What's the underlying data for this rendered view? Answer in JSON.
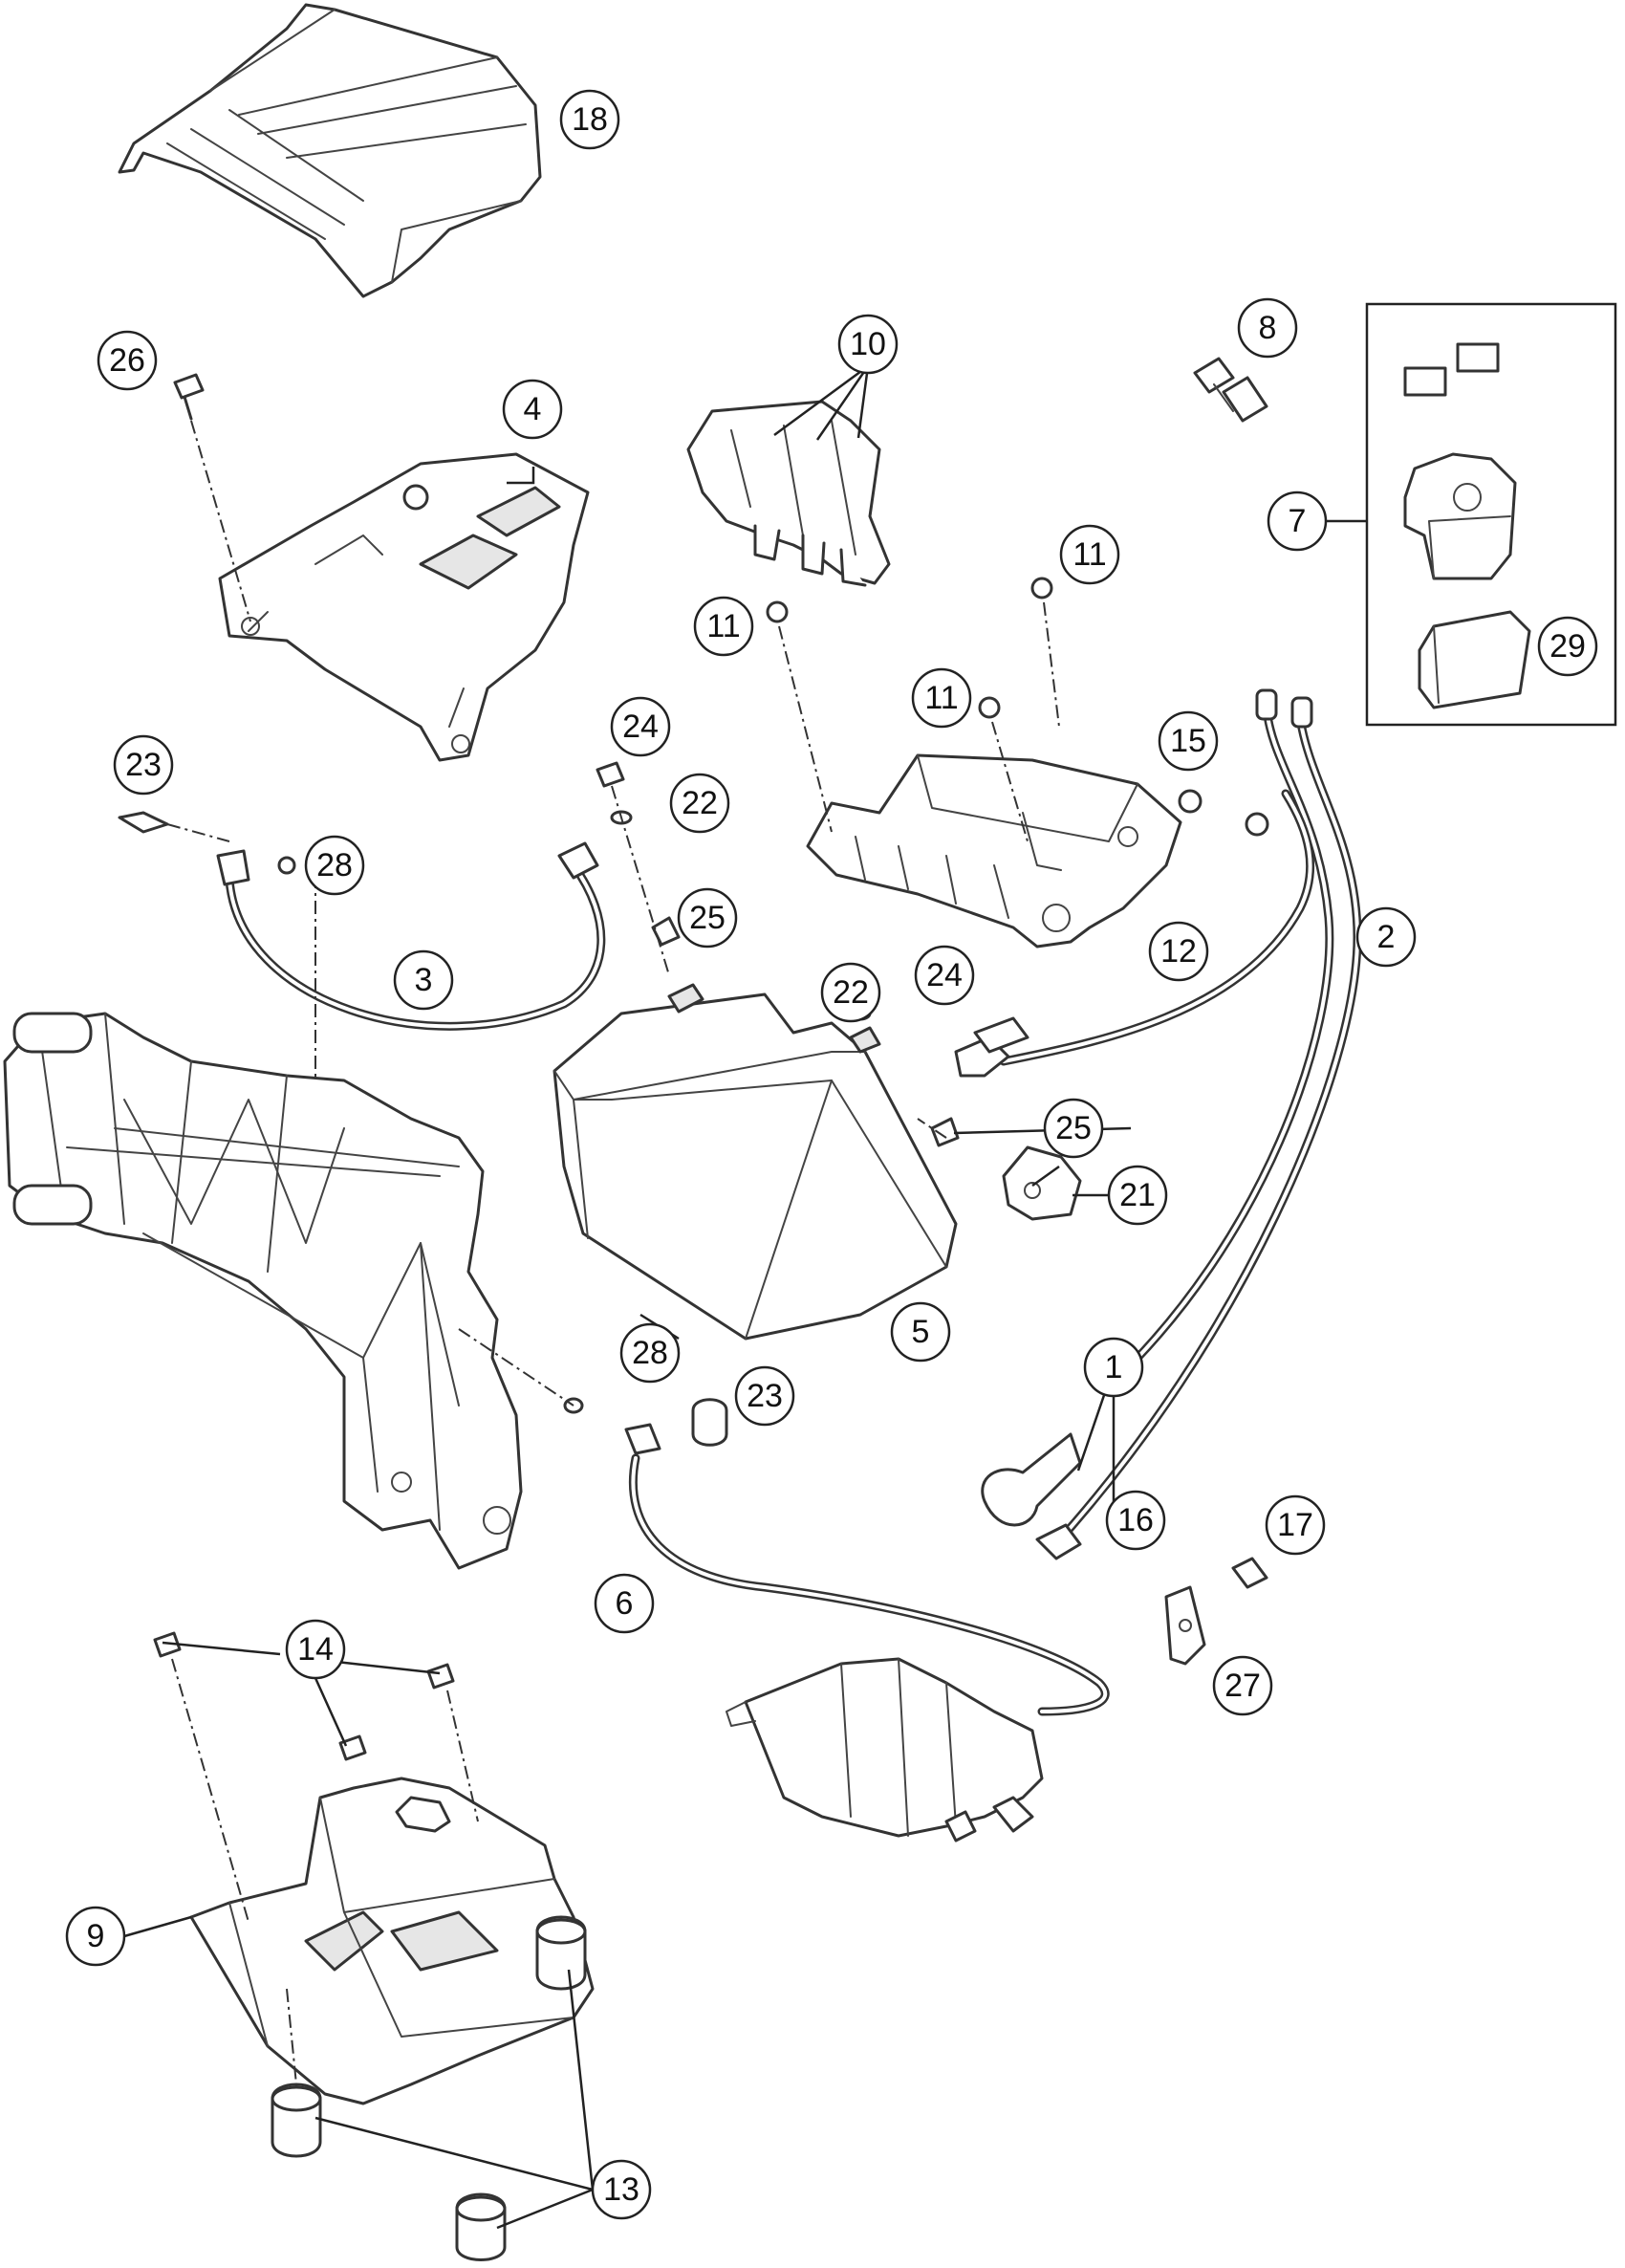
{
  "callouts": {
    "c1": "1",
    "c2": "2",
    "c3": "3",
    "c4": "4",
    "c5": "5",
    "c6": "6",
    "c7": "7",
    "c8": "8",
    "c9": "9",
    "c10": "10",
    "c11a": "11",
    "c11b": "11",
    "c11c": "11",
    "c12": "12",
    "c13": "13",
    "c14": "14",
    "c15": "15",
    "c16": "16",
    "c17": "17",
    "c18": "18",
    "c21": "21",
    "c22a": "22",
    "c22b": "22",
    "c23a": "23",
    "c23b": "23",
    "c24a": "24",
    "c24b": "24",
    "c25a": "25",
    "c25b": "25",
    "c26": "26",
    "c27": "27",
    "c28a": "28",
    "c28b": "28",
    "c29": "29"
  }
}
